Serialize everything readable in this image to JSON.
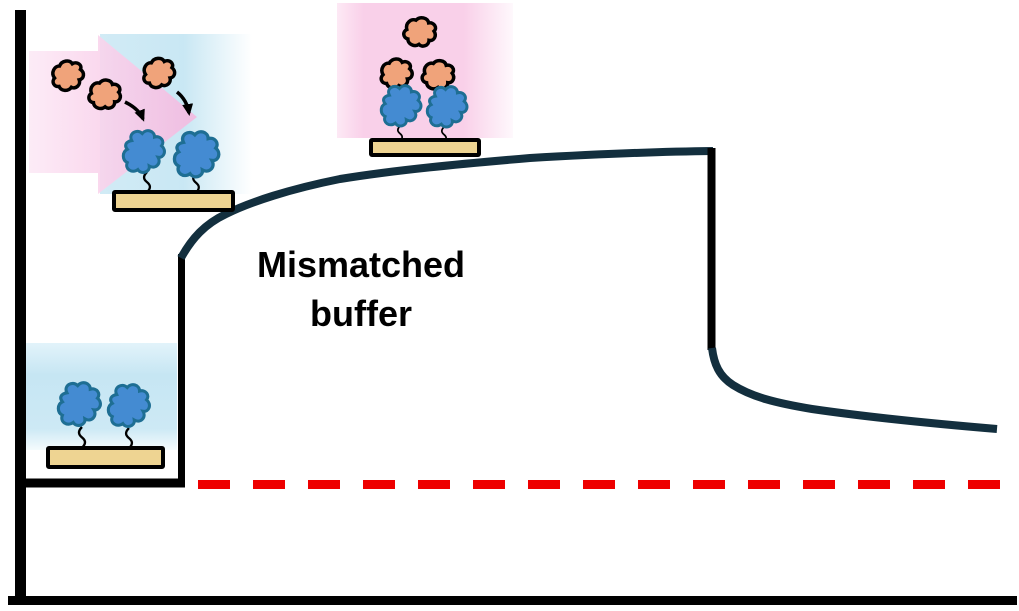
{
  "annotation": {
    "line1": "Mismatched",
    "line2": "buffer"
  },
  "colors": {
    "curve": "#132f3e",
    "axis": "#000000",
    "dash": "#ee0000",
    "outline": "#000000",
    "sensor-bar-fill": "#eed492",
    "protein-fill": "#448bd2",
    "protein-stroke": "#1e6e93",
    "analyte-fill": "#f0a37a",
    "pink-bg": "#f9cde9",
    "blue-bg": "#c6e6f3"
  },
  "icons": {
    "analyte-icon": "orange-blob",
    "receptor-icon": "blue-blob",
    "sensor-bar-icon": "tan-rectangle",
    "buffer-flow-arrow-icon": "pink-right-arrow",
    "binding-arrow-icon": "curved-black-arrow"
  }
}
